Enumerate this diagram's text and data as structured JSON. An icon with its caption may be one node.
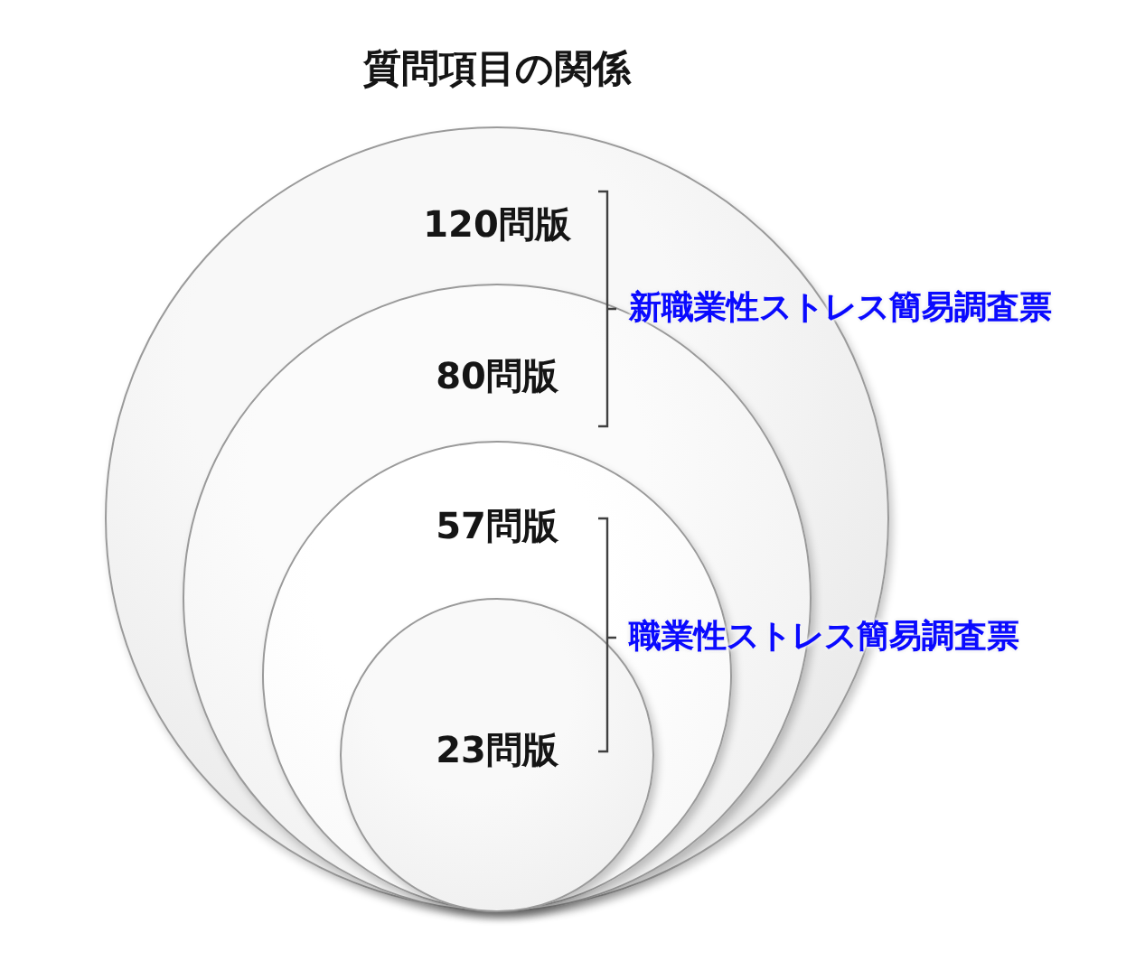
{
  "diagram": {
    "title": "質問項目の関係",
    "nodes": [
      {
        "text": [
          "120問版"
        ]
      },
      {
        "text": [
          "80問版"
        ],
        "in": 0
      },
      {
        "text": [
          "57問版"
        ],
        "in": 1
      },
      {
        "text": [
          "23問版"
        ],
        "in": 2
      }
    ],
    "labels": [
      "新職業性ストレス簡易調査票",
      "職業性ストレス簡易調査票"
    ]
  }
}
